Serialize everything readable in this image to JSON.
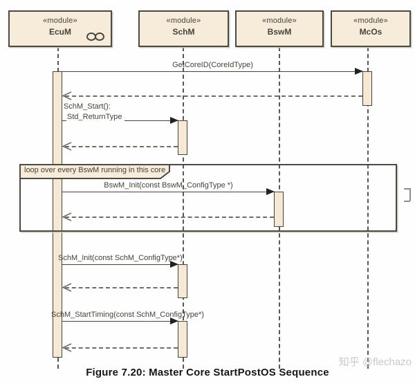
{
  "diagram": {
    "title_caption": "Figure 7.20: Master Core StartPostOS Sequence",
    "watermark": "知乎 @flechazo",
    "modules": [
      {
        "stereotype": "«module»",
        "name": "EcuM"
      },
      {
        "stereotype": "«module»",
        "name": "SchM"
      },
      {
        "stereotype": "«module»",
        "name": "BswM"
      },
      {
        "stereotype": "«module»",
        "name": "McOs"
      }
    ],
    "loop_fragment": {
      "label": "loop over every BswM running in this core"
    },
    "messages": [
      {
        "kind": "call",
        "from": "EcuM",
        "to": "McOs",
        "label": "GetCoreID(CoreIdType)"
      },
      {
        "kind": "call",
        "from": "EcuM",
        "to": "SchM",
        "label": "SchM_Start():",
        "label2": "Std_ReturnType"
      },
      {
        "kind": "call",
        "from": "EcuM",
        "to": "BswM",
        "label": "BswM_Init(const BswM_ConfigType *)"
      },
      {
        "kind": "call",
        "from": "EcuM",
        "to": "SchM",
        "label": "SchM_Init(const SchM_ConfigType*)"
      },
      {
        "kind": "call",
        "from": "EcuM",
        "to": "SchM",
        "label": "SchM_StartTiming(const SchM_ConfigType*)"
      }
    ],
    "return_messages": [
      {
        "kind": "return",
        "from": "McOs",
        "to": "EcuM"
      },
      {
        "kind": "return",
        "from": "SchM",
        "to": "EcuM"
      },
      {
        "kind": "return",
        "from": "BswM",
        "to": "EcuM"
      },
      {
        "kind": "return",
        "from": "SchM",
        "to": "EcuM"
      },
      {
        "kind": "return",
        "from": "SchM",
        "to": "EcuM"
      }
    ],
    "colors": {
      "module_fill": "#f7ecda",
      "line": "#45443c",
      "watermark": "#c9c9c9",
      "background": "#fefefe"
    }
  }
}
